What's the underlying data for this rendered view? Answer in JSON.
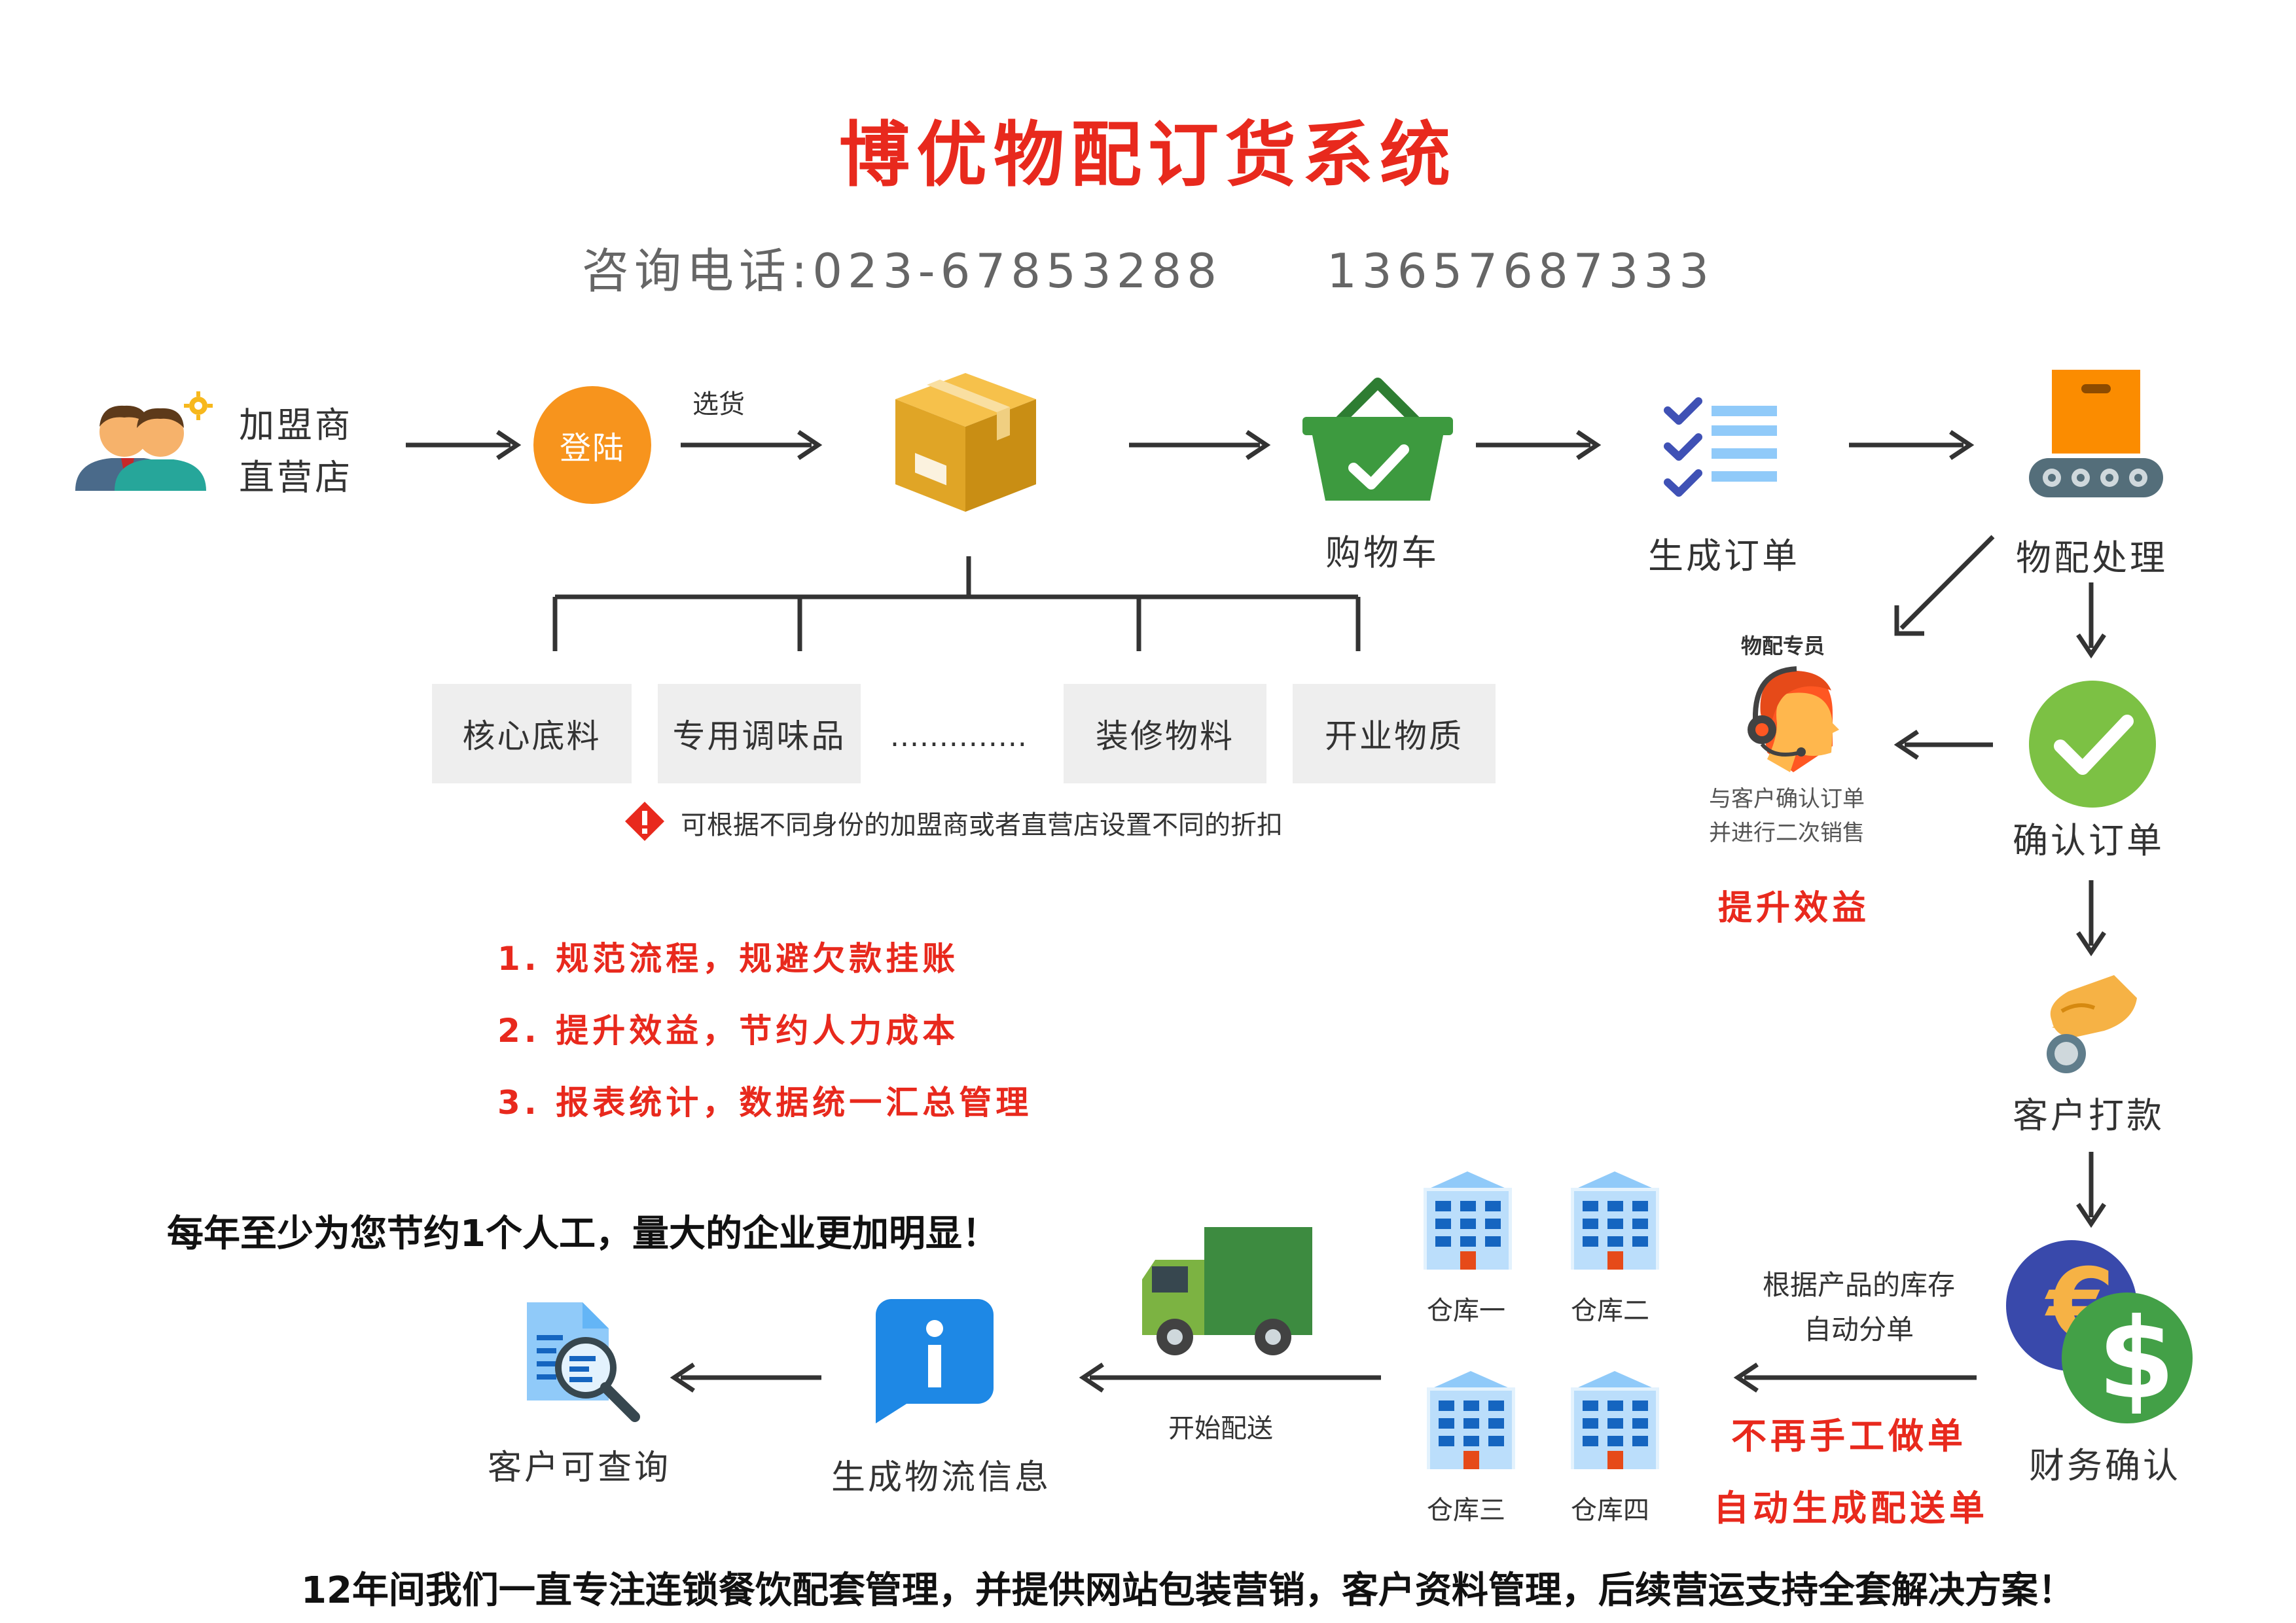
{
  "title": "博优物配订货系统",
  "phone": "咨询电话:023-67853288　　13657687333",
  "nodes": {
    "franchise_line1": "加盟商",
    "franchise_line2": "直营店",
    "login": "登陆",
    "select_goods": "选货",
    "cart": "购物车",
    "generate_order": "生成订单",
    "logistics_processing": "物配处理",
    "logistics_specialist": "物配专员",
    "specialist_desc_1": "与客户确认订单",
    "specialist_desc_2": "并进行二次销售",
    "improve_benefit": "提升效益",
    "confirm_order": "确认订单",
    "customer_payment": "客户打款",
    "finance_confirm": "财务确认",
    "auto_split_1": "根据产品的库存",
    "auto_split_2": "自动分单",
    "no_manual": "不再手工做单",
    "auto_delivery": "自动生成配送单",
    "warehouse_1": "仓库一",
    "warehouse_2": "仓库二",
    "warehouse_3": "仓库三",
    "warehouse_4": "仓库四",
    "start_delivery": "开始配送",
    "logistics_info": "生成物流信息",
    "customer_query": "客户可查询"
  },
  "categories": [
    "核心底料",
    "专用调味品",
    "装修物料",
    "开业物质"
  ],
  "categories_ellipsis": "..............",
  "discount_note": "可根据不同身份的加盟商或者直营店设置不同的折扣",
  "benefits": [
    "1. 规范流程，规避欠款挂账",
    "2. 提升效益，节约人力成本",
    "3. 报表统计，数据统一汇总管理"
  ],
  "slogan": "每年至少为您节约1个人工，量大的企业更加明显！",
  "footer": "12年间我们一直专注连锁餐饮配套管理，并提供网站包装营销，客户资料管理，后续营运支持全套解决方案！",
  "colors": {
    "title_red": "#e8291d",
    "login_orange": "#f7941d",
    "cart_green": "#3d9a3f",
    "check_green": "#7cc144",
    "checklist_blue": "#3f51b5",
    "checklist_light": "#90caf9",
    "box_gold": "#e0a526",
    "truck_green": "#3d8b40",
    "info_blue": "#1e88e5",
    "euro_navy": "#3949ab",
    "dollar_green": "#43a047",
    "building_blue": "#1565c0"
  },
  "icons": {
    "franchise": "two-people-icon",
    "login": "orange-circle-icon",
    "box": "package-box-icon",
    "cart": "shopping-basket-icon",
    "order": "checklist-icon",
    "processing": "conveyor-box-icon",
    "specialist": "headset-operator-icon",
    "confirm": "checkmark-circle-icon",
    "payment": "hand-coin-icon",
    "finance": "euro-dollar-coins-icon",
    "warehouse": "office-building-icon",
    "truck": "delivery-truck-icon",
    "info": "info-bubble-icon",
    "query": "document-search-icon",
    "warning": "warning-diamond-icon"
  }
}
